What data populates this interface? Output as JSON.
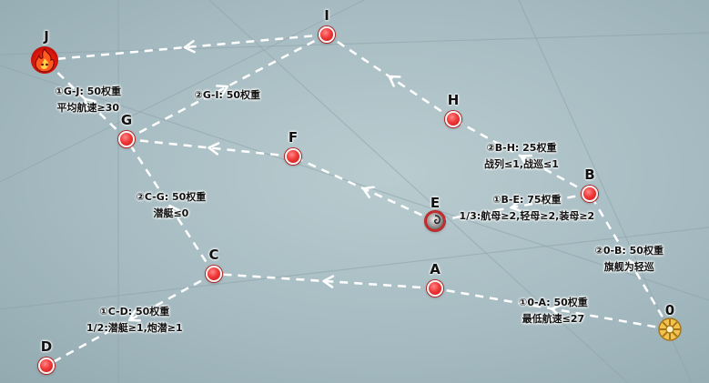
{
  "nodes": [
    {
      "id": "0",
      "label": "0",
      "type": "start"
    },
    {
      "id": "A",
      "label": "A",
      "type": "battle"
    },
    {
      "id": "B",
      "label": "B",
      "type": "battle"
    },
    {
      "id": "C",
      "label": "C",
      "type": "battle"
    },
    {
      "id": "D",
      "label": "D",
      "type": "battle"
    },
    {
      "id": "E",
      "label": "E",
      "type": "special"
    },
    {
      "id": "F",
      "label": "F",
      "type": "battle"
    },
    {
      "id": "G",
      "label": "G",
      "type": "battle"
    },
    {
      "id": "H",
      "label": "H",
      "type": "battle"
    },
    {
      "id": "I",
      "label": "I",
      "type": "battle"
    },
    {
      "id": "J",
      "label": "J",
      "type": "boss"
    }
  ],
  "routes": [
    {
      "from": "0",
      "to": "A",
      "rule_title": "①0-A:  50权重",
      "rule_detail": "最低航速≤27"
    },
    {
      "from": "0",
      "to": "B",
      "rule_title": "②0-B:  50权重",
      "rule_detail": "旗舰为轻巡"
    },
    {
      "from": "A",
      "to": "C",
      "rule_title": "",
      "rule_detail": ""
    },
    {
      "from": "B",
      "to": "E",
      "rule_title": "①B-E:  75权重",
      "rule_detail": "1/3:航母≥2,轻母≥2,装母≥2"
    },
    {
      "from": "B",
      "to": "H",
      "rule_title": "②B-H:  25权重",
      "rule_detail": "战列≤1,战巡≤1"
    },
    {
      "from": "C",
      "to": "D",
      "rule_title": "①C-D:  50权重",
      "rule_detail": "1/2:潜艇≥1,炮潜≥1"
    },
    {
      "from": "C",
      "to": "G",
      "rule_title": "②C-G:  50权重",
      "rule_detail": "潜艇≤0"
    },
    {
      "from": "E",
      "to": "F",
      "rule_title": "",
      "rule_detail": ""
    },
    {
      "from": "F",
      "to": "G",
      "rule_title": "",
      "rule_detail": ""
    },
    {
      "from": "H",
      "to": "I",
      "rule_title": "",
      "rule_detail": ""
    },
    {
      "from": "I",
      "to": "J",
      "rule_title": "",
      "rule_detail": ""
    },
    {
      "from": "G",
      "to": "J",
      "rule_title": "①G-J:  50权重",
      "rule_detail": "平均航速≥30"
    },
    {
      "from": "G",
      "to": "I",
      "rule_title": "②G-I:  50权重",
      "rule_detail": ""
    }
  ],
  "colors": {
    "route_line": "#ffffff",
    "node_red": "#f23a3a",
    "boss_flame": "#ff6a2a",
    "start_gold": "#f0c24a",
    "background": "#a9bfc5"
  },
  "icons": {
    "boss": "flame-boss-icon",
    "start": "sun-wheel-start-icon",
    "special": "whirlpool-node-icon",
    "arrow": "white-arrowhead-icon"
  }
}
